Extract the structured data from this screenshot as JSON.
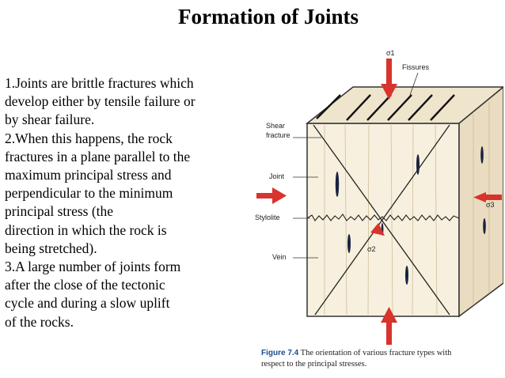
{
  "slide": {
    "title": "Formation of Joints",
    "lines": [
      " 1.Joints are brittle fractures which",
      "develop either by tensile failure or",
      " by shear failure.",
      " 2.When this happens, the rock",
      "fractures in a plane parallel to the",
      " maximum principal stress and",
      " perpendicular to the minimum",
      "principal stress (the",
      "direction in which the rock is",
      "being stretched).",
      "3.A large number of joints form",
      " after the close of the tectonic",
      " cycle and during a slow uplift",
      " of the rocks."
    ]
  },
  "figure": {
    "labels": {
      "sigma1": "σ1",
      "fissures": "Fissures",
      "shear_fracture_1": "Shear",
      "shear_fracture_2": "fracture",
      "joint": "Joint",
      "sigma3": "σ3",
      "stylolite": "Stylolite",
      "sigma2": "σ2",
      "vein": "Vein"
    },
    "caption_label": "Figure 7.4",
    "caption_text_1": " The orientation of various fracture types with",
    "caption_text_2": "respect to the principal stresses.",
    "colors": {
      "block_front": "#f7f0df",
      "block_top": "#efe5cc",
      "arrow": "#d8332c",
      "caption_label": "#1a4c8c"
    }
  }
}
